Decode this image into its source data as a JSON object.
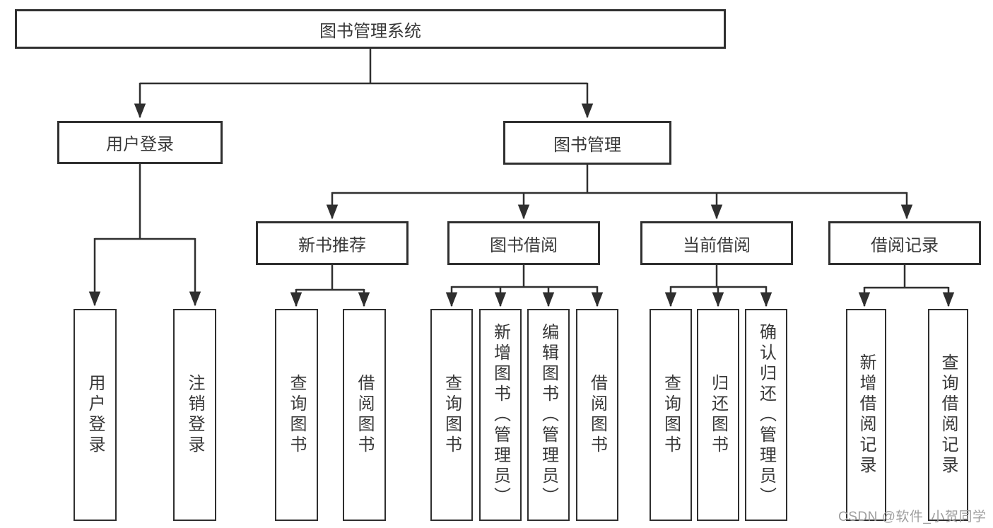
{
  "diagram": {
    "title": "图书管理系统",
    "level2": {
      "user_login": "用户登录",
      "book_mgmt": "图书管理"
    },
    "level3": {
      "new_book": "新书推荐",
      "book_borrow": "图书借阅",
      "current_borrow": "当前借阅",
      "borrow_record": "借阅记录"
    },
    "leaves": {
      "a1": "用户登录",
      "a2": "注销登录",
      "b1": "查询图书",
      "b2": "借阅图书",
      "c1": "查询图书",
      "c2": "新增图书（管理员）",
      "c3": "编辑图书（管理员）",
      "c4": "借阅图书",
      "d1": "查询图书",
      "d2": "归还图书",
      "d3": "确认归还（管理员）",
      "e1": "新增借阅记录",
      "e2": "查询借阅记录"
    }
  },
  "watermark": "CSDN @软件_小贺同学",
  "colors": {
    "line": "#2f2f2f",
    "text": "#383838",
    "watermark_text": "#9e9e9e",
    "background": "#ffffff"
  }
}
